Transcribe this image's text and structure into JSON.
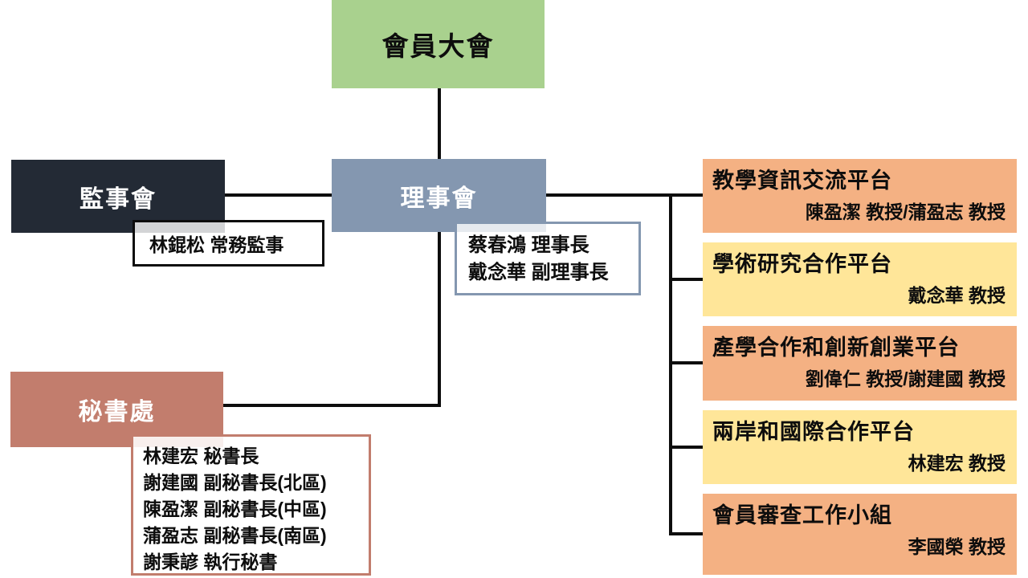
{
  "org": {
    "assembly": {
      "label": "會員大會"
    },
    "supervisors": {
      "label": "監事會",
      "detail": "林錕松 常務監事"
    },
    "directors": {
      "label": "理事會",
      "detail_lines": [
        "蔡春鴻 理事長",
        "戴念華 副理事長"
      ]
    },
    "secretariat": {
      "label": "秘書處",
      "detail_lines": [
        "林建宏 秘書長",
        "謝建國 副秘書長(北區)",
        "陳盈潔 副秘書長(中區)",
        "蒲盈志 副秘書長(南區)",
        "謝秉諺 執行秘書"
      ]
    },
    "platforms": [
      {
        "title": "教學資訊交流平台",
        "members": "陳盈潔 教授/蒲盈志 教授",
        "color": "orange"
      },
      {
        "title": "學術研究合作平台",
        "members": "戴念華 教授",
        "color": "yellow"
      },
      {
        "title": "產學合作和創新創業平台",
        "members": "劉偉仁 教授/謝建國 教授",
        "color": "orange"
      },
      {
        "title": "兩岸和國際合作平台",
        "members": "林建宏 教授",
        "color": "yellow"
      },
      {
        "title": "會員審查工作小組",
        "members": "李國榮 教授",
        "color": "orange"
      }
    ],
    "colors": {
      "assembly_green": "#A9D18E",
      "supervisors_dark": "#232A35",
      "directors_bluegray": "#8497B0",
      "secretariat_terracotta": "#C27D6D",
      "platform_orange": "#F4B183",
      "platform_yellow": "#FFE699",
      "connector_black": "#0d0d0d"
    }
  }
}
